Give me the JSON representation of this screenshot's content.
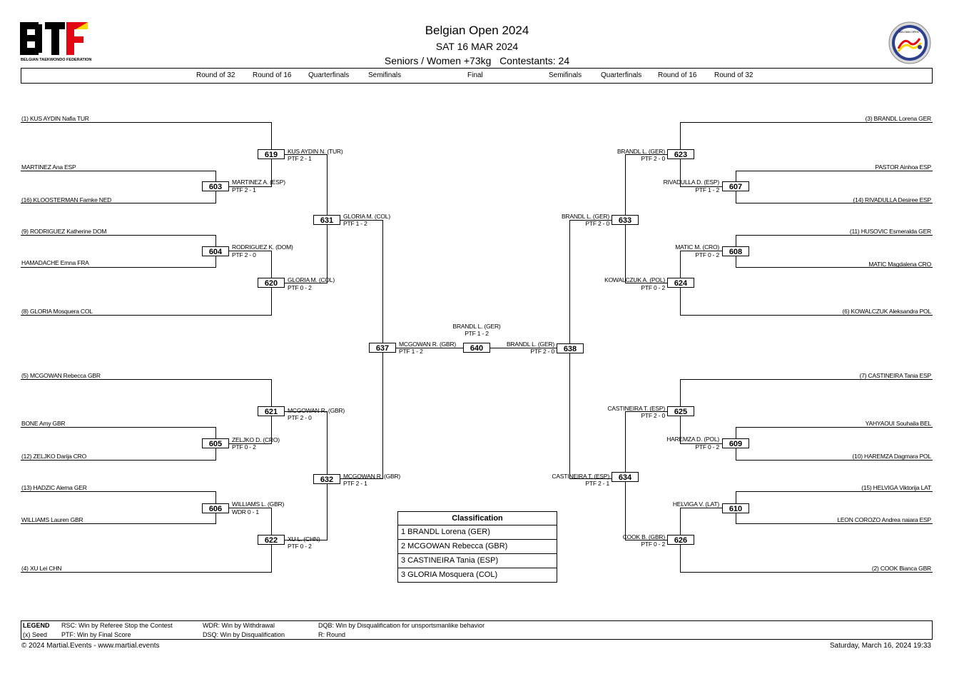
{
  "header": {
    "title": "Belgian Open 2024",
    "date": "SAT 16 MAR 2024",
    "category": "Seniors / Women +73kg   Contestants: 24",
    "logo_left_text": "BTF",
    "logo_left_caption": "BELGIAN TAEKWONDO FEDERATION",
    "logo_right_text": "BELGIAN OPEN"
  },
  "rounds": [
    "Round of 32",
    "Round of 16",
    "Quarterfinals",
    "Semifinals",
    "Final",
    "Semifinals",
    "Quarterfinals",
    "Round of 16",
    "Round of 32"
  ],
  "left": {
    "entrants": [
      "(1) KUS AYDIN Nafia TUR",
      "MARTINEZ Ana ESP",
      "(16) KLOOSTERMAN Famke NED",
      "(9) RODRIGUEZ Katherine DOM",
      "HAMADACHE Emna FRA",
      "(8) GLORIA Mosquera COL",
      "(5) MCGOWAN Rebecca GBR",
      "BONE Amy GBR",
      "(12) ZELJKO Darija CRO",
      "(13) HADZIC Alema GER",
      "WILLIAMS Lauren GBR",
      "(4) XU Lei CHN"
    ],
    "matches": [
      {
        "no": "619",
        "winner": "KUS AYDIN N. (TUR)",
        "score": "PTF 2 - 1"
      },
      {
        "no": "603",
        "winner": "MARTINEZ A. (ESP)",
        "score": "PTF 2 - 1"
      },
      {
        "no": "604",
        "winner": "RODRIGUEZ K. (DOM)",
        "score": "PTF 2 - 0"
      },
      {
        "no": "620",
        "winner": "GLORIA M. (COL)",
        "score": "PTF 0 - 2"
      },
      {
        "no": "631",
        "winner": "GLORIA M. (COL)",
        "score": "PTF 1 - 2"
      },
      {
        "no": "621",
        "winner": "MCGOWAN R. (GBR)",
        "score": "PTF 2 - 0"
      },
      {
        "no": "605",
        "winner": "ZELJKO D. (CRO)",
        "score": "PTF 0 - 2"
      },
      {
        "no": "606",
        "winner": "WILLIAMS L. (GBR)",
        "score": "WDR 0 - 1"
      },
      {
        "no": "622",
        "winner": "XU L. (CHN)",
        "score": "PTF 0 - 2"
      },
      {
        "no": "632",
        "winner": "MCGOWAN R. (GBR)",
        "score": "PTF 2 - 1"
      },
      {
        "no": "637",
        "winner": "MCGOWAN R. (GBR)",
        "score": "PTF 1 - 2"
      }
    ]
  },
  "right": {
    "entrants": [
      "(3) BRANDL Lorena GER",
      "PASTOR Ainhoa ESP",
      "(14) RIVADULLA Desiree ESP",
      "(11) HUSOVIC Esmeralda GER",
      "MATIC Magdalena CRO",
      "(6) KOWALCZUK Aleksandra POL",
      "(7) CASTINEIRA Tania ESP",
      "YAHYAOUI Souhaila BEL",
      "(10) HAREMZA Dagmara POL",
      "(15) HELVIGA Viktorija LAT",
      "LEON COROZO Andrea naiara ESP",
      "(2) COOK Bianca GBR"
    ],
    "matches": [
      {
        "no": "623",
        "winner": "BRANDL L. (GER)",
        "score": "PTF 2 - 0"
      },
      {
        "no": "607",
        "winner": "RIVADULLA D. (ESP)",
        "score": "PTF 1 - 2"
      },
      {
        "no": "608",
        "winner": "MATIC M. (CRO)",
        "score": "PTF 0 - 2"
      },
      {
        "no": "624",
        "winner": "KOWALCZUK A. (POL)",
        "score": "PTF 0 - 2"
      },
      {
        "no": "633",
        "winner": "BRANDL L. (GER)",
        "score": "PTF 2 - 0"
      },
      {
        "no": "625",
        "winner": "CASTINEIRA T. (ESP)",
        "score": "PTF 2 - 0"
      },
      {
        "no": "609",
        "winner": "HAREMZA D. (POL)",
        "score": "PTF 0 - 2"
      },
      {
        "no": "610",
        "winner": "HELVIGA V. (LAT)",
        "score": ""
      },
      {
        "no": "626",
        "winner": "COOK B. (GBR)",
        "score": "PTF 0 - 2"
      },
      {
        "no": "634",
        "winner": "CASTINEIRA T. (ESP)",
        "score": "PTF 2 - 1"
      },
      {
        "no": "638",
        "winner": "BRANDL L. (GER)",
        "score": "PTF 2 - 0"
      }
    ]
  },
  "final": {
    "no": "640",
    "winner": "BRANDL L. (GER)",
    "score": "PTF 1 - 2"
  },
  "classification": {
    "title": "Classification",
    "rows": [
      "1  BRANDL Lorena (GER)",
      "2  MCGOWAN Rebecca (GBR)",
      "3  CASTINEIRA Tania (ESP)",
      "3  GLORIA Mosquera (COL)"
    ]
  },
  "legend": {
    "title": "LEGEND",
    "seed": "(x) Seed",
    "rsc": "RSC: Win by Referee Stop the Contest",
    "ptf": "PTF: Win by Final Score",
    "wdr": "WDR: Win by Withdrawal",
    "dsq": "DSQ: Win by Disqualification",
    "dqb": "DQB: Win by Disqualification for unsportsmanlike behavior",
    "r": "R: Round"
  },
  "footer": {
    "copyright": "© 2024 Martial.Events - www.martial.events",
    "timestamp": "Saturday, March 16, 2024 19:33"
  },
  "colors": {
    "logo_black": "#000000",
    "logo_red": "#e30613",
    "logo_yellow": "#ffd500",
    "seal_blue": "#2b3f8c"
  }
}
